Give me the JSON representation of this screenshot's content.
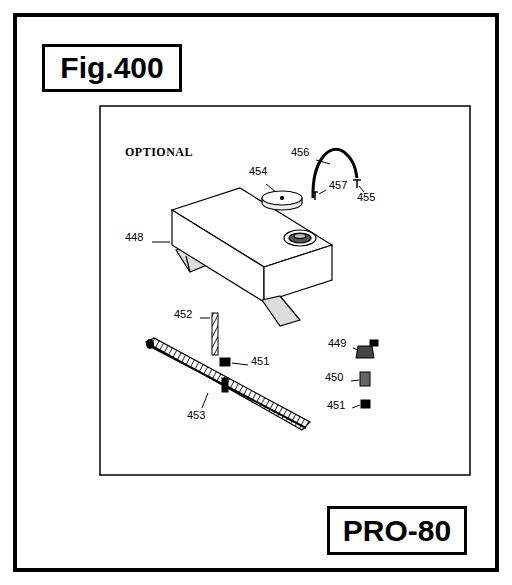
{
  "diagram": {
    "nodes": [
      {
        "text": [
          "Fig.400"
        ]
      },
      {
        "text": [
          "PRO-80"
        ]
      }
    ],
    "labels": [
      "OPTIONAL",
      "456",
      "454",
      "457",
      "455",
      "448",
      "452",
      "451",
      "449",
      "450",
      "451",
      "453"
    ]
  }
}
